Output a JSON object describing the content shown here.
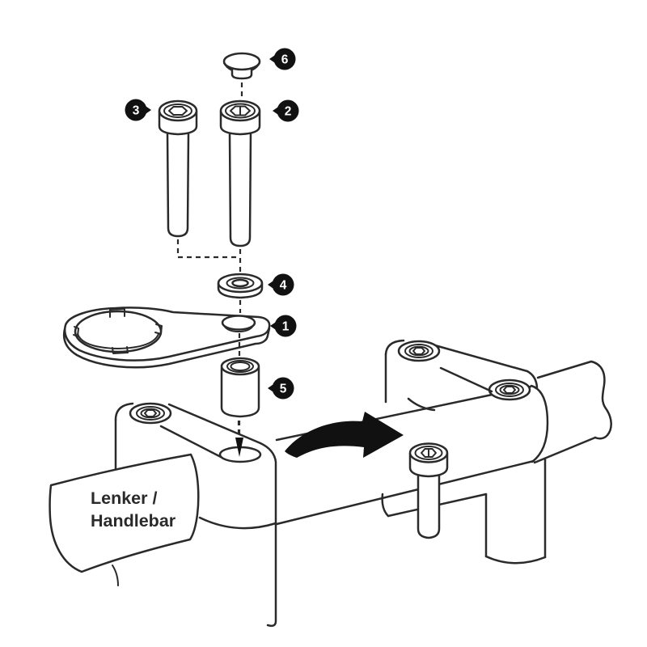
{
  "diagram": {
    "title": "handlebar-mount-exploded-assembly",
    "background_color": "#ffffff",
    "line_color": "#2a2a2a",
    "callout_background_color": "#111111",
    "callout_text_color": "#ffffff",
    "handlebar_label_line1": "Lenker /",
    "handlebar_label_line2": "Handlebar",
    "callouts": [
      {
        "number": "1",
        "part": "mount-plate-bracket"
      },
      {
        "number": "2",
        "part": "long-socket-screw-right"
      },
      {
        "number": "3",
        "part": "long-socket-screw-left"
      },
      {
        "number": "4",
        "part": "washer"
      },
      {
        "number": "5",
        "part": "spacer-sleeve"
      },
      {
        "number": "6",
        "part": "cover-cap"
      }
    ],
    "arrows": [
      {
        "name": "insert-arrow",
        "meaning": "insert spacer down into clamp hole"
      },
      {
        "name": "rotate-arrow",
        "meaning": "proceed to assembled state on right"
      }
    ]
  }
}
